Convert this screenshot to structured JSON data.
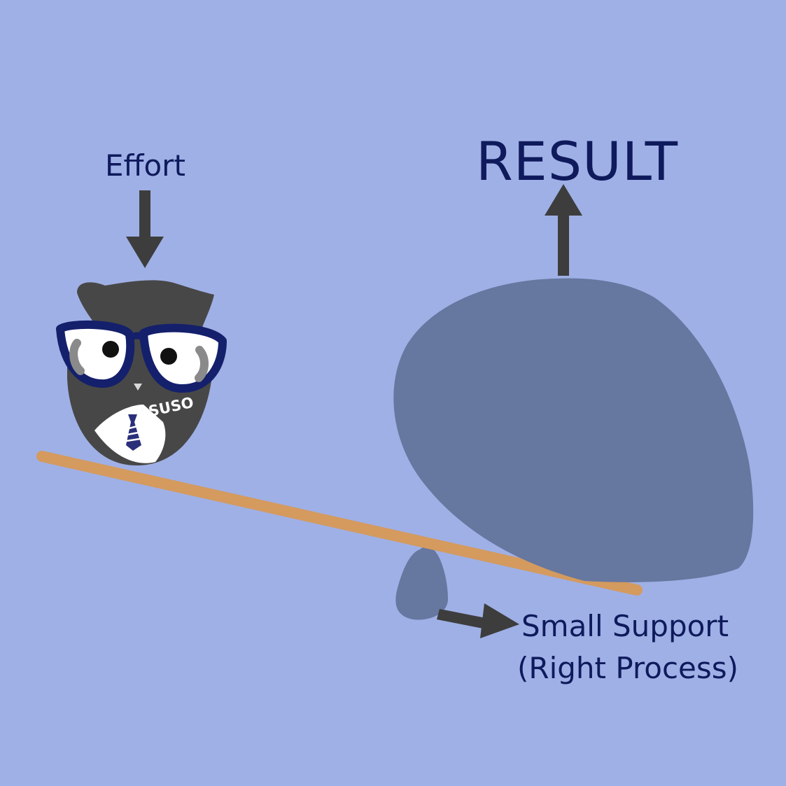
{
  "labels": {
    "effort": "Effort",
    "result": "RESULT",
    "support_line1": "Small Support",
    "support_line2": "(Right Process)"
  },
  "logo": {
    "text": "SUSO"
  },
  "colors": {
    "background": "#9fb0e6",
    "text": "#0f1a5c",
    "arrow": "#3d3d3d",
    "lever": "#d49a5e",
    "rock": "#6677a0",
    "owl_body": "#474747",
    "glasses": "#14206b"
  },
  "icons": [
    "owl-icon",
    "down-arrow-icon",
    "up-arrow-icon",
    "right-arrow-icon",
    "rock-icon",
    "fulcrum-icon"
  ]
}
